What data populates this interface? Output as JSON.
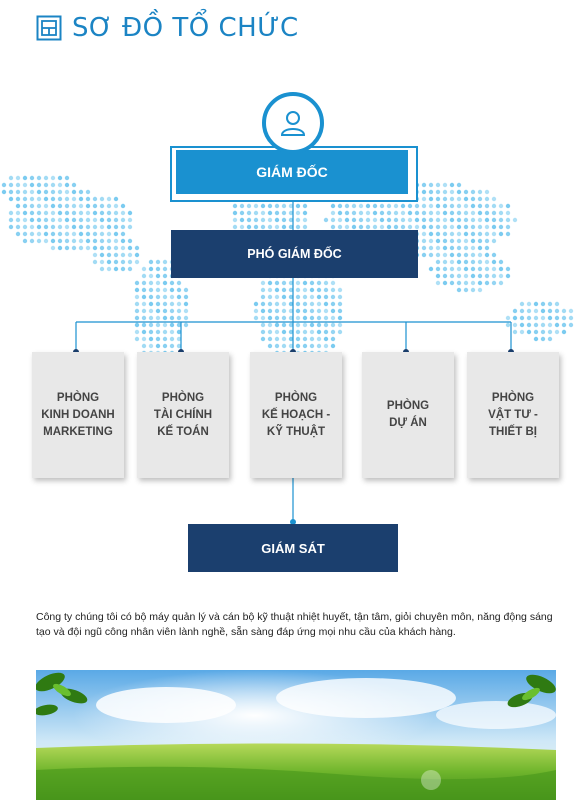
{
  "title": {
    "text": "SƠ ĐỒ TỔ CHỨC",
    "icon": "org-chart-icon"
  },
  "colors": {
    "accent": "#1a91d0",
    "navy": "#1b3f6e",
    "dept_bg": "#e8e8e8",
    "map_dots": "#6ec6ee"
  },
  "chart": {
    "ceo": {
      "label": "GIÁM ĐỐC",
      "icon": "person-icon"
    },
    "deputy": {
      "label": "PHÓ GIÁM ĐỐC"
    },
    "departments": [
      {
        "line1": "PHÒNG",
        "line2": "KINH DOANH",
        "line3": "MARKETING"
      },
      {
        "line1": "PHÒNG",
        "line2": "TÀI CHÍNH",
        "line3": "KẾ TOÁN"
      },
      {
        "line1": "PHÒNG",
        "line2": "KẾ HOẠCH -",
        "line3": "KỸ THUẬT"
      },
      {
        "line1": "PHÒNG",
        "line2": "DỰ ÁN",
        "line3": ""
      },
      {
        "line1": "PHÒNG",
        "line2": "VẬT TƯ -",
        "line3": "THIẾT BỊ"
      }
    ],
    "supervisor": {
      "label": "GIÁM SÁT"
    }
  },
  "description": "Công ty chúng tôi có bộ máy quản lý và cán bộ kỹ thuật nhiệt huyết, tận tâm, giỏi chuyên môn, năng động sáng tạo và đội ngũ công nhân viên lành nghề, sẵn sàng đáp ứng mọi nhu cầu của khách hàng."
}
